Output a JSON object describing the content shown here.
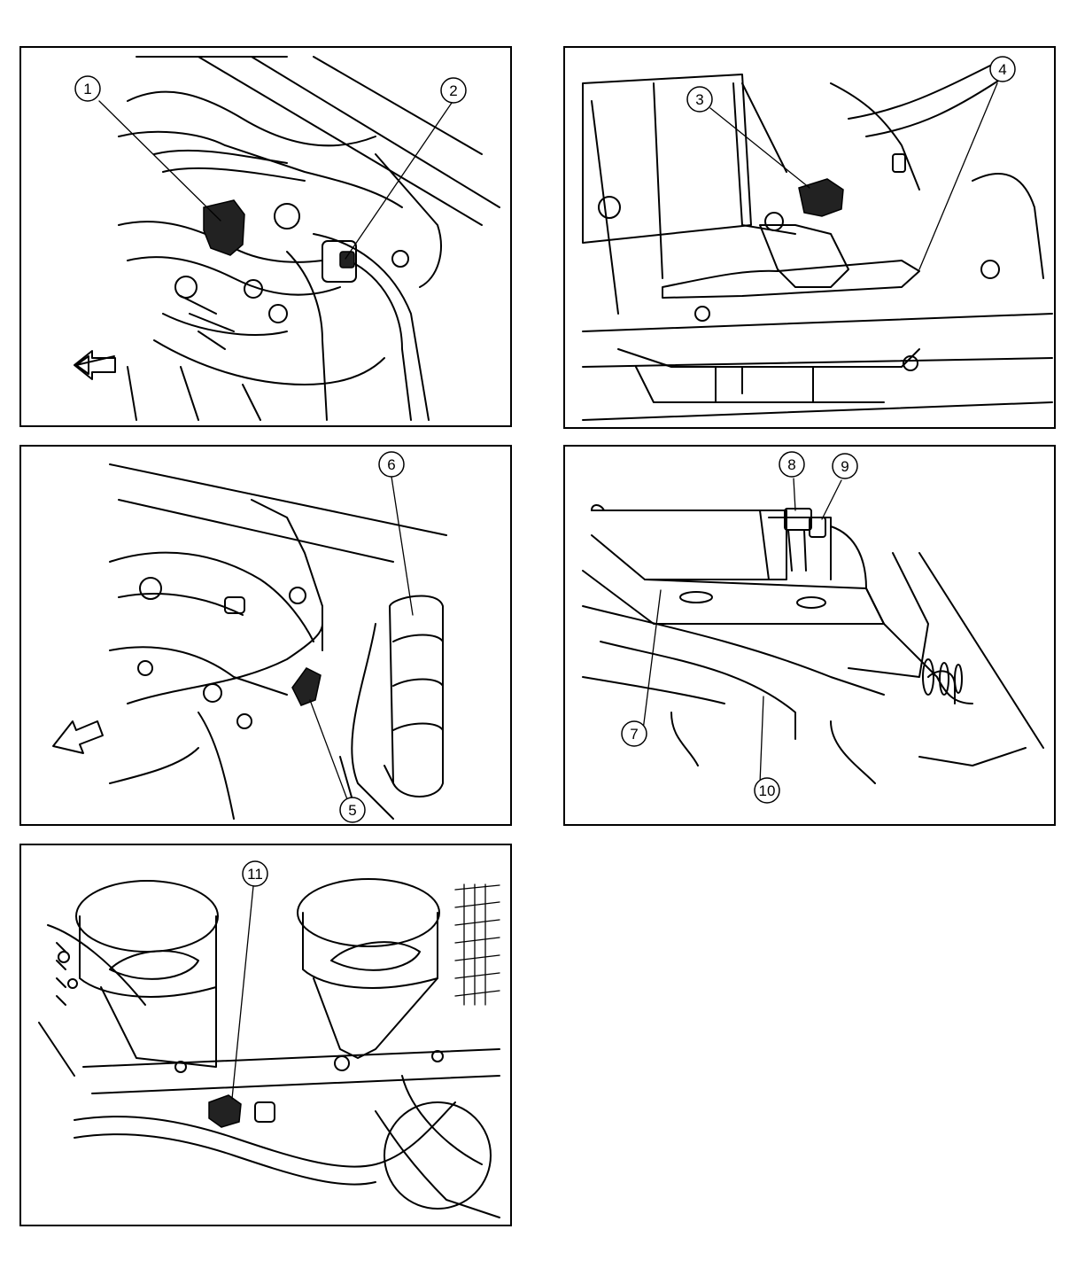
{
  "panels": [
    {
      "id": "panel-1",
      "callouts": [
        "1",
        "2"
      ]
    },
    {
      "id": "panel-2",
      "callouts": [
        "3",
        "4"
      ]
    },
    {
      "id": "panel-3",
      "callouts": [
        "6",
        "5"
      ]
    },
    {
      "id": "panel-4",
      "callouts": [
        "8",
        "9",
        "7",
        "10"
      ]
    },
    {
      "id": "panel-5",
      "callouts": [
        "11"
      ]
    }
  ]
}
